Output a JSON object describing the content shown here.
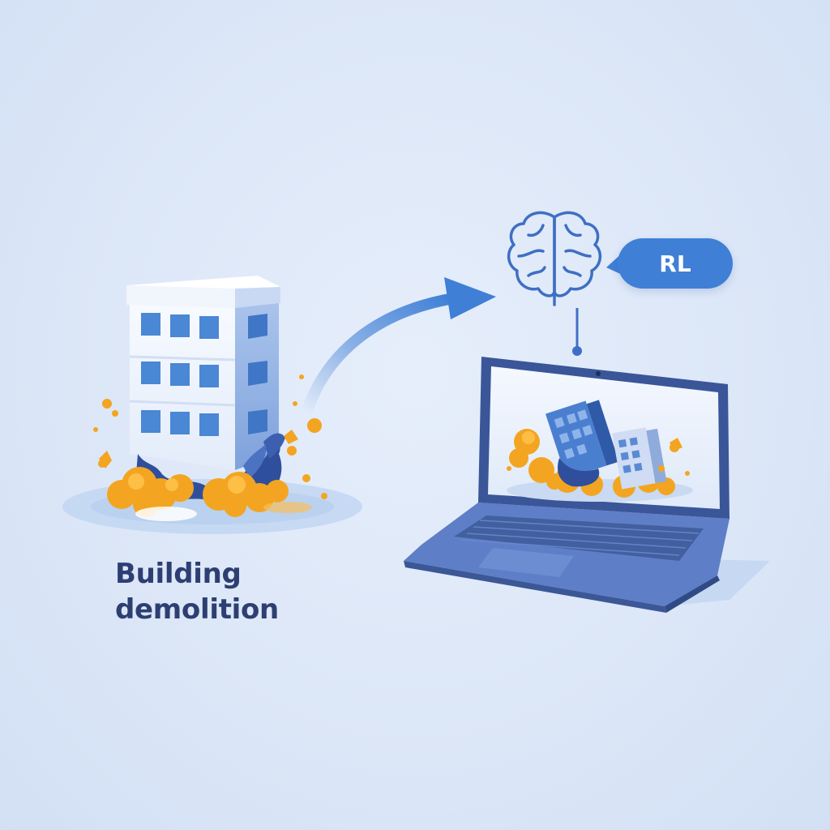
{
  "caption": {
    "line1": "Building",
    "line2": "demolition"
  },
  "rl_label": "RL",
  "icons": {
    "brain": "brain-icon",
    "arrow": "curved-arrow-icon",
    "building": "building-icon",
    "laptop": "laptop-icon"
  },
  "colors": {
    "background": "#dbe6f7",
    "accent_blue": "#3f7fd6",
    "dark_navy": "#2d3f72",
    "dust_orange": "#f3a521"
  }
}
